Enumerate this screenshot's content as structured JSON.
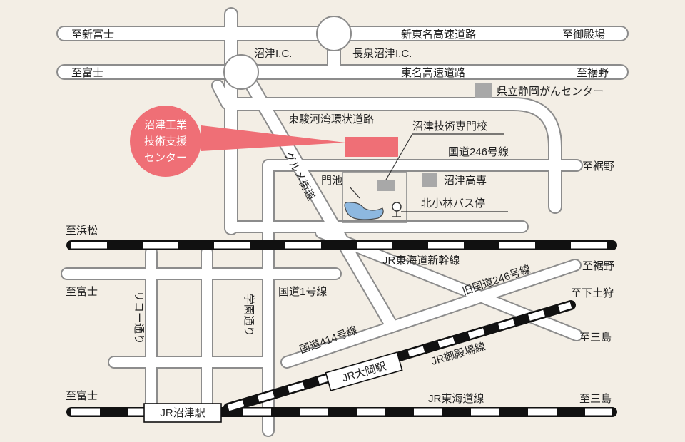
{
  "colors": {
    "background": "#f3eee5",
    "road_fill": "#ffffff",
    "road_outline": "#8c8c8c",
    "highlight": "#ef6f76",
    "facility": "#a8a8a8",
    "rail_dark": "#111111",
    "pond": "#8db8e0"
  },
  "highways": {
    "shin_tomei": {
      "west": "至新富士",
      "name": "新東名高速道路",
      "east": "至御殿場"
    },
    "tomei": {
      "west": "至富士",
      "name": "東名高速道路",
      "east": "至裾野"
    },
    "numazu_ic": "沼津I.C.",
    "nagaizumi_ic": "長泉沼津I.C."
  },
  "roads": {
    "higashi_suruga": "東駿河湾環状道路",
    "route246": "国道246号線",
    "route246_east": "至裾野",
    "gourmet": "グルメ街道",
    "route1": "国道1号線",
    "route414": "国道414号線",
    "old246": "旧国道246号線",
    "old246_east": "至裾野",
    "ricoh": "リコー通り",
    "gakuen": "学園通り",
    "west_fuji": "至富士",
    "east_mishima": "至三島"
  },
  "facilities": {
    "center_callout": "沼津工業技術支援センター",
    "cancer_center": "県立静岡がんセンター",
    "technical_school": "沼津技術専門校",
    "kosen": "沼津高専",
    "gate_pond": "門池",
    "bus_stop": "北小林バス停"
  },
  "rail": {
    "shinkansen": "JR東海道新幹線",
    "shinkansen_west": "至浜松",
    "tokaido": "JR東海道線",
    "tokaido_west": "至富士",
    "tokaido_east": "至三島",
    "gotemba": "JR御殿場線",
    "gotemba_east": "至下土狩",
    "numazu_station": "JR沼津駅",
    "ooka_station": "JR大岡駅"
  }
}
